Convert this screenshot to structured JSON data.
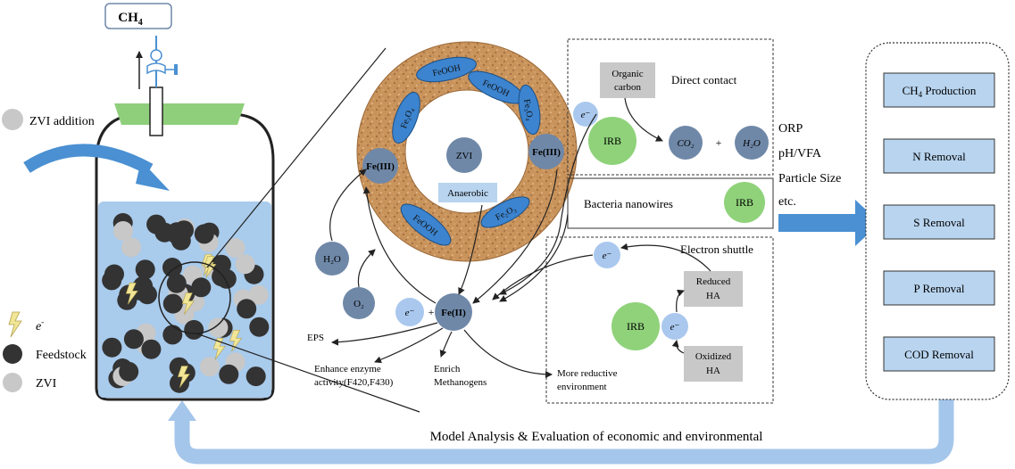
{
  "reactor": {
    "gas_label": "CH",
    "gas_sub": "4",
    "zvi_addition": "ZVI addition"
  },
  "legend": {
    "electron": "e",
    "electron_sup": "-",
    "feedstock": "Feedstock",
    "zvi": "ZVI"
  },
  "ring": {
    "feooh_1": "FeOOH",
    "feooh_2": "FeOOH",
    "feooh_3": "FeOOH",
    "fe3o4_left": "Fe₃O₄",
    "fe3o4_right": "Fe₃O₄",
    "fe2o3": "Fe₂O₃",
    "fe3_left": "Fe(III)",
    "fe3_right": "Fe(III)",
    "zvi": "ZVI",
    "anaerobic": "Anaerobic"
  },
  "mechanism": {
    "h2o": "H₂O",
    "o2": "O₂",
    "electron": "e⁻",
    "plus": "+",
    "fe2": "Fe(II)",
    "eps": "EPS",
    "enzyme_1": "Enhance enzyme",
    "enzyme_2": "activity(F420,F430)",
    "methanogens_1": "Enrich",
    "methanogens_2": "Methanogens",
    "reductive_1": "More reductive",
    "reductive_2": "environment"
  },
  "direct_contact": {
    "title": "Direct contact",
    "organic_1": "Organic",
    "organic_2": "carbon",
    "electron": "e⁻",
    "irb": "IRB",
    "co2": "CO₂",
    "plus": "+",
    "h2o": "H₂O"
  },
  "nanowires": {
    "label": "Bacteria nanowires",
    "irb": "IRB"
  },
  "shuttle": {
    "title": "Electron  shuttle",
    "electron_top": "e⁻",
    "irb": "IRB",
    "electron_mid": "e⁻",
    "reduced_1": "Reduced",
    "reduced_2": "HA",
    "oxidized_1": "Oxidized",
    "oxidized_2": "HA"
  },
  "factors": [
    "ORP",
    "pH/VFA",
    "Particle Size",
    "etc."
  ],
  "outcomes": [
    {
      "main": "CH",
      "sub": "4",
      "rest": " Production"
    },
    {
      "main": "N Removal",
      "sub": "",
      "rest": ""
    },
    {
      "main": "S Removal",
      "sub": "",
      "rest": ""
    },
    {
      "main": "P Removal",
      "sub": "",
      "rest": ""
    },
    {
      "main": "COD Removal",
      "sub": "",
      "rest": ""
    }
  ],
  "bottom_label": "Model Analysis & Evaluation of economic and environmental",
  "colors": {
    "liquid": "#a9cbec",
    "arrow_blue": "#4a90d2",
    "ring_brown": "#c9935c",
    "lens_blue": "#3c84cf",
    "node_slate": "#6f88a8",
    "irb_green": "#8fd27a",
    "electron_light": "#aac8ee",
    "label_gray": "#c8c8c8",
    "outcome_box": "#b8d4ef",
    "lid_green": "#8fcf7c",
    "feedback_arrow": "#a5c6eb"
  }
}
